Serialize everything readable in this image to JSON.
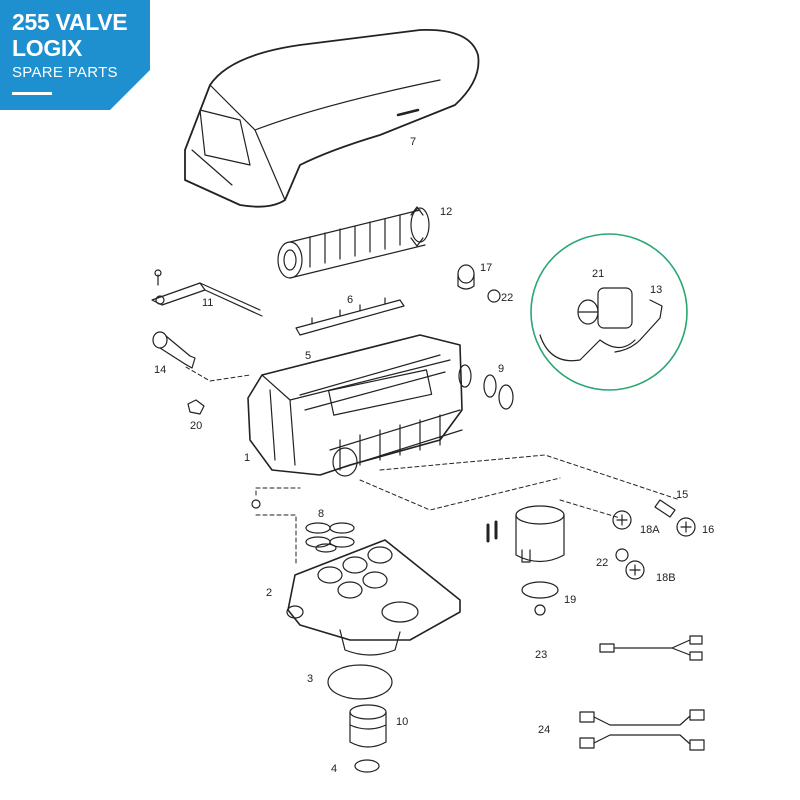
{
  "title": {
    "line1": "255 VALVE",
    "line2": "LOGIX",
    "line3": "SPARE PARTS"
  },
  "brand_color": "#1e8fcf",
  "inset_color": "#2aa772",
  "parts": [
    {
      "id": "p1",
      "label": "1"
    },
    {
      "id": "p2",
      "label": "2"
    },
    {
      "id": "p3",
      "label": "3"
    },
    {
      "id": "p4",
      "label": "4"
    },
    {
      "id": "p5",
      "label": "5"
    },
    {
      "id": "p6",
      "label": "6"
    },
    {
      "id": "p7",
      "label": "7"
    },
    {
      "id": "p8",
      "label": "8"
    },
    {
      "id": "p9",
      "label": "9"
    },
    {
      "id": "p10",
      "label": "10"
    },
    {
      "id": "p11",
      "label": "11"
    },
    {
      "id": "p12",
      "label": "12"
    },
    {
      "id": "p13",
      "label": "13"
    },
    {
      "id": "p14",
      "label": "14"
    },
    {
      "id": "p15",
      "label": "15"
    },
    {
      "id": "p16",
      "label": "16"
    },
    {
      "id": "p17",
      "label": "17"
    },
    {
      "id": "p18a",
      "label": "18A"
    },
    {
      "id": "p18b",
      "label": "18B"
    },
    {
      "id": "p19",
      "label": "19"
    },
    {
      "id": "p20",
      "label": "20"
    },
    {
      "id": "p21",
      "label": "21"
    },
    {
      "id": "p22a",
      "label": "22"
    },
    {
      "id": "p22b",
      "label": "22"
    },
    {
      "id": "p23",
      "label": "23"
    },
    {
      "id": "p24",
      "label": "24"
    }
  ]
}
